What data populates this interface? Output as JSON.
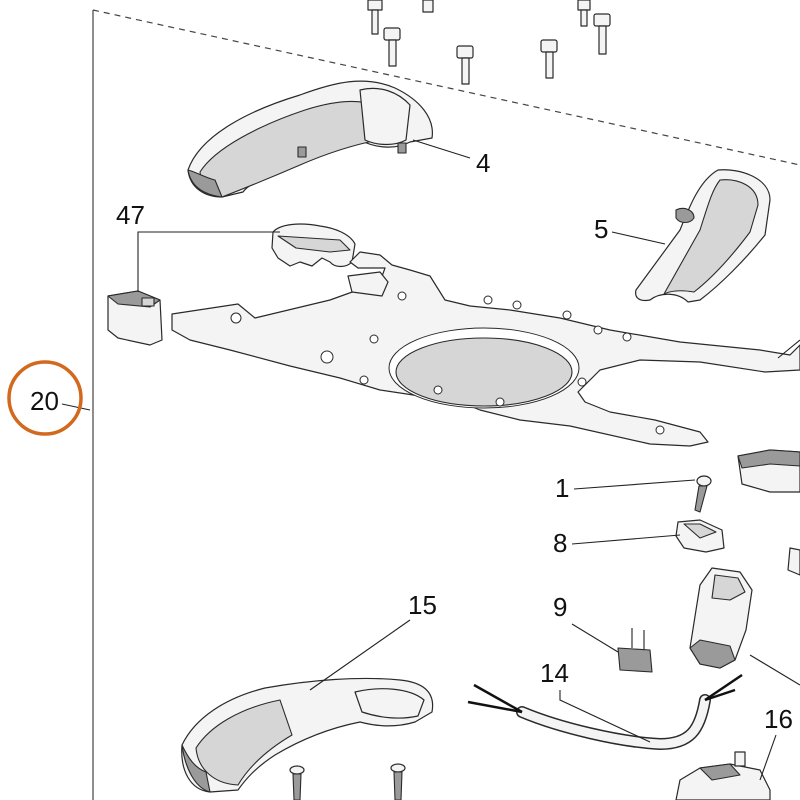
{
  "callouts": {
    "c1": "1",
    "c4": "4",
    "c5": "5",
    "c8": "8",
    "c9": "9",
    "c14": "14",
    "c15": "15",
    "c16": "16",
    "c20": "20",
    "c47": "47"
  },
  "highlight": {
    "label_ref": "20",
    "color": "#d2691e"
  },
  "colors": {
    "line": "#222222",
    "part_fill": "#f4f4f4",
    "part_dark": "#9a9a9a"
  }
}
